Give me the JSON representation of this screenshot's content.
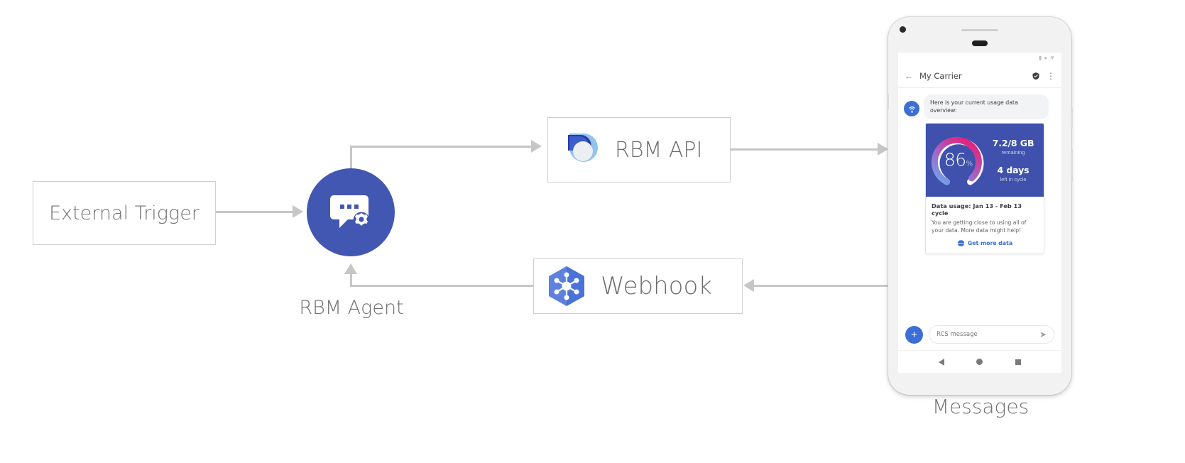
{
  "diagram": {
    "nodes": {
      "external_trigger": {
        "label": "External Trigger"
      },
      "rbm_agent": {
        "label": "RBM Agent",
        "icon": "chat-gear-icon"
      },
      "rbm_api": {
        "label": "RBM API",
        "icon": "rbm-droplet-icon"
      },
      "webhook": {
        "label": "Webhook",
        "icon": "webhook-hexagon-icon"
      },
      "messages": {
        "label": "Messages"
      }
    },
    "colors": {
      "agent_blue": "#4257b2",
      "connector_gray": "#c6c6c6",
      "label_gray": "#707070",
      "card_blue": "#3f51ad",
      "action_blue": "#3b6ed6"
    }
  },
  "phone": {
    "status_bar": {
      "icons": [
        "signal-icon",
        "wifi-icon",
        "battery-icon"
      ]
    },
    "app_bar": {
      "back_icon": "arrow-back-icon",
      "title": "My Carrier",
      "verified_icon": "verified-shield-icon",
      "overflow_icon": "more-vert-icon"
    },
    "conversation": {
      "avatar_icon": "carrier-antenna-icon",
      "message_text": "Here is your current usage data overview:",
      "rich_card": {
        "gauge": {
          "value": "86",
          "unit": "%",
          "percent": 86
        },
        "stats": [
          {
            "value": "7.2/8 GB",
            "caption": "remaining"
          },
          {
            "value": "4 days",
            "caption": "left in cycle"
          }
        ],
        "title": "Data usage: Jan 13 - Feb 13 cycle",
        "description": "You are getting close to using all of your data. More data might help!",
        "action": {
          "icon": "globe-icon",
          "label": "Get more data"
        }
      }
    },
    "composer": {
      "plus_icon": "plus-icon",
      "placeholder": "RCS message",
      "value": "",
      "send_icon": "send-icon"
    },
    "nav_bar": {
      "back_icon": "nav-back-icon",
      "home_icon": "nav-home-icon",
      "recents_icon": "nav-recents-icon"
    }
  }
}
